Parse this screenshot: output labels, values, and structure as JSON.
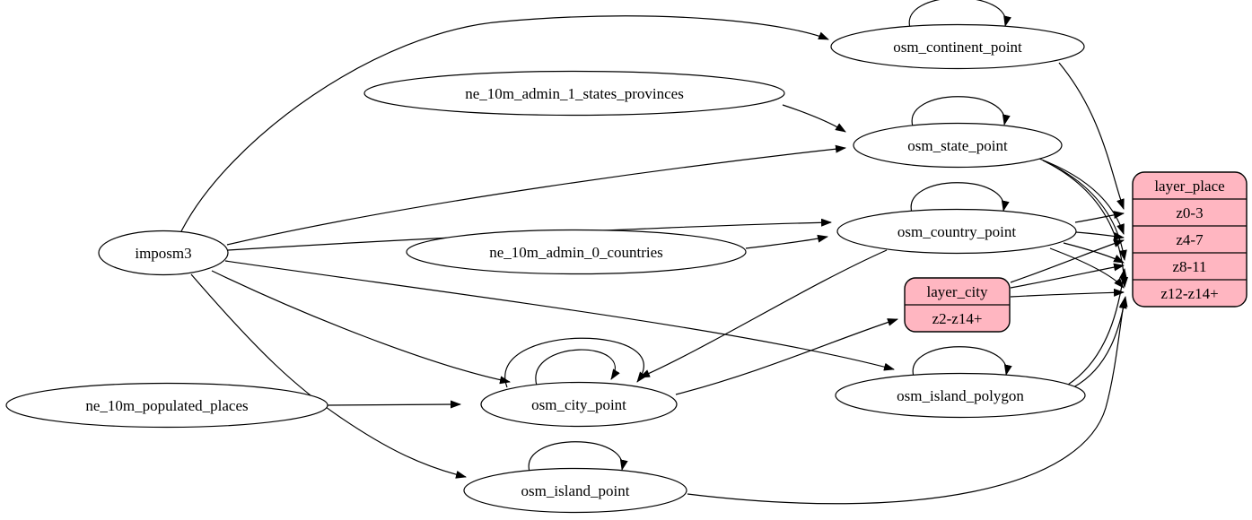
{
  "diagram": {
    "kind": "etl-dependency-graph",
    "colors": {
      "background": "#ffffff",
      "table_node_fill": "#ffffff",
      "layer_record_fill": "#ffb6c1",
      "edge_stroke": "#000000",
      "text": "#000000"
    },
    "nodes": {
      "imposm3": {
        "label": "imposm3",
        "type": "source"
      },
      "ne_10m_admin_1_states_provinces": {
        "label": "ne_10m_admin_1_states_provinces",
        "type": "source"
      },
      "ne_10m_admin_0_countries": {
        "label": "ne_10m_admin_0_countries",
        "type": "source"
      },
      "ne_10m_populated_places": {
        "label": "ne_10m_populated_places",
        "type": "source"
      },
      "osm_continent_point": {
        "label": "osm_continent_point",
        "type": "table"
      },
      "osm_state_point": {
        "label": "osm_state_point",
        "type": "table"
      },
      "osm_country_point": {
        "label": "osm_country_point",
        "type": "table"
      },
      "osm_city_point": {
        "label": "osm_city_point",
        "type": "table"
      },
      "osm_island_polygon": {
        "label": "osm_island_polygon",
        "type": "table"
      },
      "osm_island_point": {
        "label": "osm_island_point",
        "type": "table"
      },
      "layer_place": {
        "title": "layer_place",
        "rows": [
          "z0-3",
          "z4-7",
          "z8-11",
          "z12-z14+"
        ],
        "type": "layer"
      },
      "layer_city": {
        "title": "layer_city",
        "rows": [
          "z2-z14+"
        ],
        "type": "layer"
      }
    },
    "edges": [
      {
        "from": "imposm3",
        "to": "osm_continent_point"
      },
      {
        "from": "imposm3",
        "to": "osm_state_point"
      },
      {
        "from": "imposm3",
        "to": "osm_country_point"
      },
      {
        "from": "imposm3",
        "to": "osm_city_point"
      },
      {
        "from": "imposm3",
        "to": "osm_island_polygon"
      },
      {
        "from": "imposm3",
        "to": "osm_island_point"
      },
      {
        "from": "ne_10m_admin_1_states_provinces",
        "to": "osm_state_point"
      },
      {
        "from": "ne_10m_admin_0_countries",
        "to": "osm_country_point"
      },
      {
        "from": "ne_10m_populated_places",
        "to": "osm_city_point"
      },
      {
        "from": "osm_continent_point",
        "to": "osm_continent_point"
      },
      {
        "from": "osm_state_point",
        "to": "osm_state_point"
      },
      {
        "from": "osm_country_point",
        "to": "osm_country_point"
      },
      {
        "from": "osm_city_point",
        "to": "osm_city_point"
      },
      {
        "from": "osm_city_point",
        "to": "osm_city_point"
      },
      {
        "from": "osm_island_polygon",
        "to": "osm_island_polygon"
      },
      {
        "from": "osm_island_point",
        "to": "osm_island_point"
      },
      {
        "from": "osm_continent_point",
        "to": "layer_place:z0-3"
      },
      {
        "from": "osm_country_point",
        "to": "layer_place:z0-3"
      },
      {
        "from": "osm_country_point",
        "to": "layer_place:z4-7"
      },
      {
        "from": "osm_country_point",
        "to": "layer_place:z8-11"
      },
      {
        "from": "osm_country_point",
        "to": "layer_place:z12-z14+"
      },
      {
        "from": "osm_state_point",
        "to": "layer_place:z4-7"
      },
      {
        "from": "osm_state_point",
        "to": "layer_place:z8-11"
      },
      {
        "from": "osm_state_point",
        "to": "layer_place:z12-z14+"
      },
      {
        "from": "osm_country_point",
        "to": "osm_city_point"
      },
      {
        "from": "osm_city_point",
        "to": "layer_city:z2-z14+"
      },
      {
        "from": "layer_city",
        "to": "layer_place:z4-7"
      },
      {
        "from": "layer_city",
        "to": "layer_place:z8-11"
      },
      {
        "from": "layer_city",
        "to": "layer_place:z12-z14+"
      },
      {
        "from": "osm_island_polygon",
        "to": "layer_place:z8-11"
      },
      {
        "from": "osm_island_polygon",
        "to": "layer_place:z12-z14+"
      },
      {
        "from": "osm_island_point",
        "to": "layer_place:z12-z14+"
      }
    ]
  }
}
